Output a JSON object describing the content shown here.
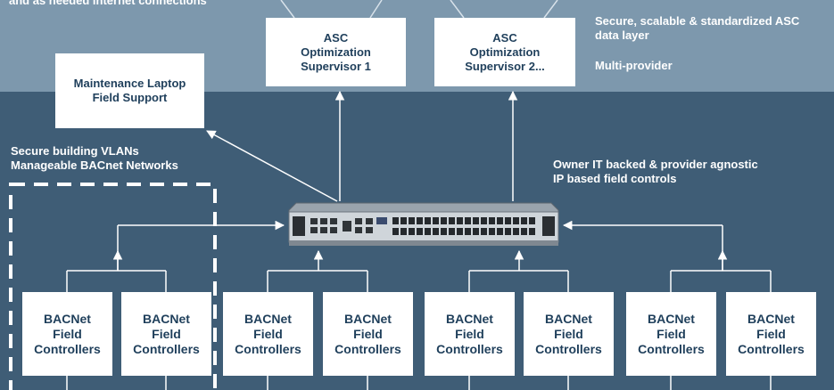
{
  "captions": {
    "top_cut": "and as needed internet connections",
    "data_layer_line1": "Secure, scalable & standardized ASC",
    "data_layer_line2": "data layer",
    "multi_provider": "Multi-provider",
    "vlan_line1": "Secure building VLANs",
    "vlan_line2": "Manageable BACnet Networks",
    "owner_line1": "Owner IT backed & provider agnostic",
    "owner_line2": "IP based field controls"
  },
  "supervisors": [
    {
      "line1": "ASC",
      "line2": "Optimization",
      "line3": "Supervisor 1"
    },
    {
      "line1": "ASC",
      "line2": "Optimization",
      "line3": "Supervisor 2..."
    }
  ],
  "laptop": {
    "line1": "Maintenance Laptop",
    "line2": "Field Support"
  },
  "controllers": [
    {
      "line1": "BACNet",
      "line2": "Field",
      "line3": "Controllers"
    },
    {
      "line1": "BACNet",
      "line2": "Field",
      "line3": "Controllers"
    },
    {
      "line1": "BACNet",
      "line2": "Field",
      "line3": "Controllers"
    },
    {
      "line1": "BACNet",
      "line2": "Field",
      "line3": "Controllers"
    },
    {
      "line1": "BACNet",
      "line2": "Field",
      "line3": "Controllers"
    },
    {
      "line1": "BACNet",
      "line2": "Field",
      "line3": "Controllers"
    },
    {
      "line1": "BACNet",
      "line2": "Field",
      "line3": "Controllers"
    },
    {
      "line1": "BACNet",
      "line2": "Field",
      "line3": "Controllers"
    }
  ],
  "colors": {
    "top_band": "#7d98ad",
    "bottom_band": "#3f5d76",
    "box_fill": "#ffffff",
    "box_text": "#1f3f5b",
    "connector": "#ffffff"
  }
}
